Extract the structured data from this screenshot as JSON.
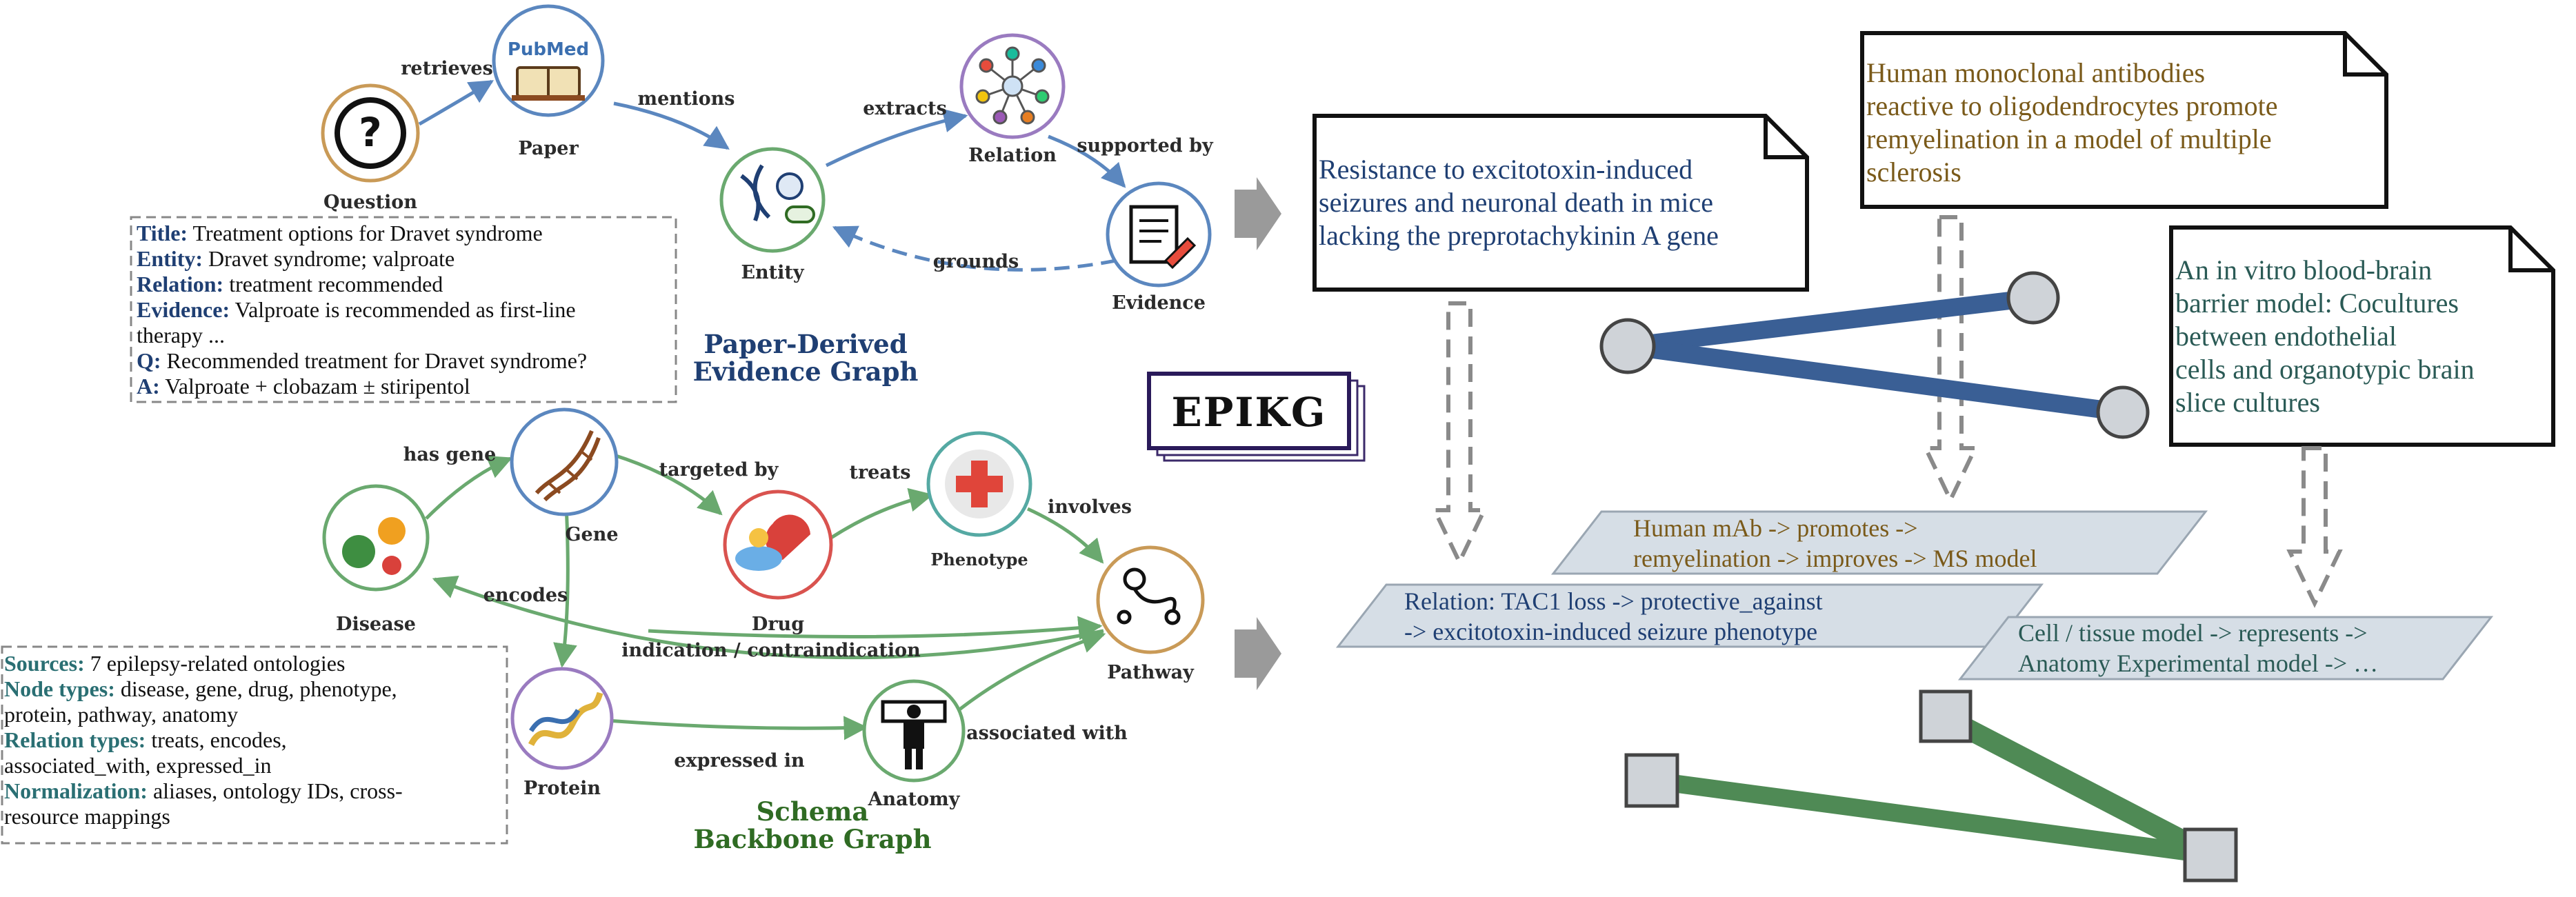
{
  "top_graph": {
    "title": [
      "Paper-Derived",
      "Evidence Graph"
    ],
    "nodes": {
      "question": "Question",
      "paper": "Paper",
      "entity": "Entity",
      "relation": "Relation",
      "evidence": "Evidence",
      "pubmed_logo": "PubMed"
    },
    "edges": {
      "retrieves": "retrieves",
      "mentions": "mentions",
      "extracts": "extracts",
      "supported_by": "supported by",
      "grounds": "grounds"
    },
    "example": [
      {
        "key": "Title:",
        "value": "Treatment options for Dravet syndrome"
      },
      {
        "key": "Entity:",
        "value": "Dravet syndrome; valproate"
      },
      {
        "key": "Relation:",
        "value": "treatment recommended"
      },
      {
        "key": "Evidence:",
        "value": "Valproate is recommended as first-line"
      },
      {
        "key": "",
        "value": "therapy ..."
      },
      {
        "key": "Q:",
        "value": "Recommended treatment for Dravet syndrome?"
      },
      {
        "key": "A:",
        "value": "Valproate + clobazam ± stiripentol"
      }
    ]
  },
  "bottom_graph": {
    "title": [
      "Schema",
      "Backbone Graph"
    ],
    "nodes": {
      "disease": "Disease",
      "gene": "Gene",
      "drug": "Drug",
      "phenotype": "Phenotype",
      "pathway": "Pathway",
      "protein": "Protein",
      "anatomy": "Anatomy"
    },
    "edges": {
      "has_gene": "has gene",
      "targeted_by": "targeted by",
      "treats": "treats",
      "involves": "involves",
      "encodes": "encodes",
      "indication": "indication / contraindication",
      "expressed_in": "expressed in",
      "associated_with": "associated with"
    },
    "schema": [
      {
        "key": "Sources:",
        "value": "7 epilepsy-related ontologies"
      },
      {
        "key": "Node types:",
        "value": "disease, gene, drug, phenotype,"
      },
      {
        "key": "",
        "value": "protein, pathway, anatomy"
      },
      {
        "key": "Relation types:",
        "value": "treats, encodes,"
      },
      {
        "key": "",
        "value": "associated_with, expressed_in"
      },
      {
        "key": "Normalization:",
        "value": "aliases, ontology IDs, cross-"
      },
      {
        "key": "",
        "value": "resource mappings"
      }
    ]
  },
  "center_label": "EPIKG",
  "papers": [
    {
      "lines": [
        "Resistance to excitotoxin-induced",
        "seizures and neuronal death in mice",
        "lacking the preprotachykinin A gene"
      ],
      "color": "#1f3f73"
    },
    {
      "lines": [
        "Human monoclonal antibodies",
        "reactive to oligodendrocytes promote",
        "remyelination in a model of multiple",
        "sclerosis"
      ],
      "color": "#7a5a1a"
    },
    {
      "lines": [
        "An in vitro blood-brain",
        "barrier model: Cocultures",
        "between endothelial",
        "cells and organotypic brain",
        "slice cultures"
      ],
      "color": "#2a5a55"
    }
  ],
  "relations": [
    {
      "lines": [
        "Human mAb -> promotes ->",
        "remyelination -> improves -> MS model"
      ],
      "color": "#7a5a1a"
    },
    {
      "lines": [
        "Relation: TAC1 loss -> protective_against",
        "-> excitotoxin-induced seizure phenotype"
      ],
      "color": "#1f3f73"
    },
    {
      "lines": [
        "Cell / tissue model -> represents ->",
        "Anatomy Experimental model -> …"
      ],
      "color": "#2a5a55"
    }
  ],
  "colors": {
    "blue_edge": "#5b87bf",
    "green_edge": "#6aa96f",
    "blue_thick": "#3a5f95",
    "green_thick": "#4f8a55",
    "node_gray": "#cfd3d8",
    "para_fill": "#d6dee6"
  }
}
